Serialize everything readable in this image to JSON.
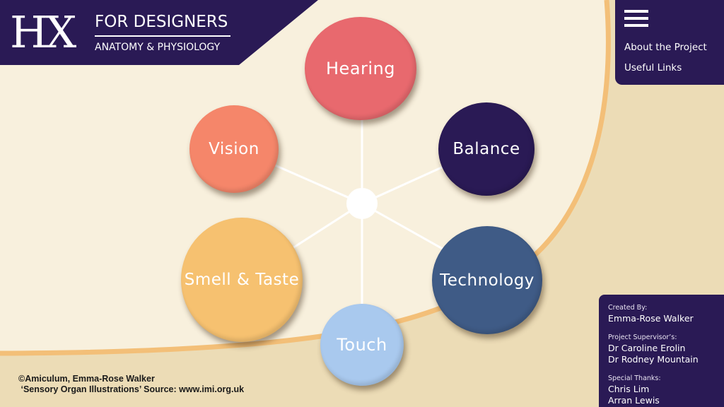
{
  "logo": {
    "mark": "HX",
    "title": "FOR DESIGNERS",
    "subtitle": "ANATOMY & PHYSIOLOGY"
  },
  "menu": {
    "icon": "hamburger-menu-icon",
    "items": [
      {
        "label": "About the Project"
      },
      {
        "label": "Useful Links"
      }
    ]
  },
  "circles": [
    {
      "label": "Hearing",
      "color": "#e8696e"
    },
    {
      "label": "Balance",
      "color": "#2a1a55"
    },
    {
      "label": "Technology",
      "color": "#3f5b86"
    },
    {
      "label": "Touch",
      "color": "#a9c9ee"
    },
    {
      "label": "Smell & Taste",
      "color": "#f6c170"
    },
    {
      "label": "Vision",
      "color": "#f5866a"
    }
  ],
  "credits": {
    "created_by_label": "Created By:",
    "created_by": "Emma-Rose Walker",
    "supervisor_label": "Project Supervisor’s:",
    "supervisors": [
      "Dr Caroline Erolin",
      "Dr Rodney Mountain"
    ],
    "thanks_label": "Special Thanks:",
    "thanks": [
      "Chris Lim",
      "Arran Lewis"
    ]
  },
  "footer": {
    "line1": "©Amiculum, Emma-Rose Walker",
    "line2": " ‘Sensory Organ Illustrations’ Source: www.imi.org.uk"
  },
  "colors": {
    "cream": "#f8f0dd",
    "tan": "#ecdcb6",
    "curve_orange": "#f3bf78",
    "navy": "#2a1a55"
  }
}
